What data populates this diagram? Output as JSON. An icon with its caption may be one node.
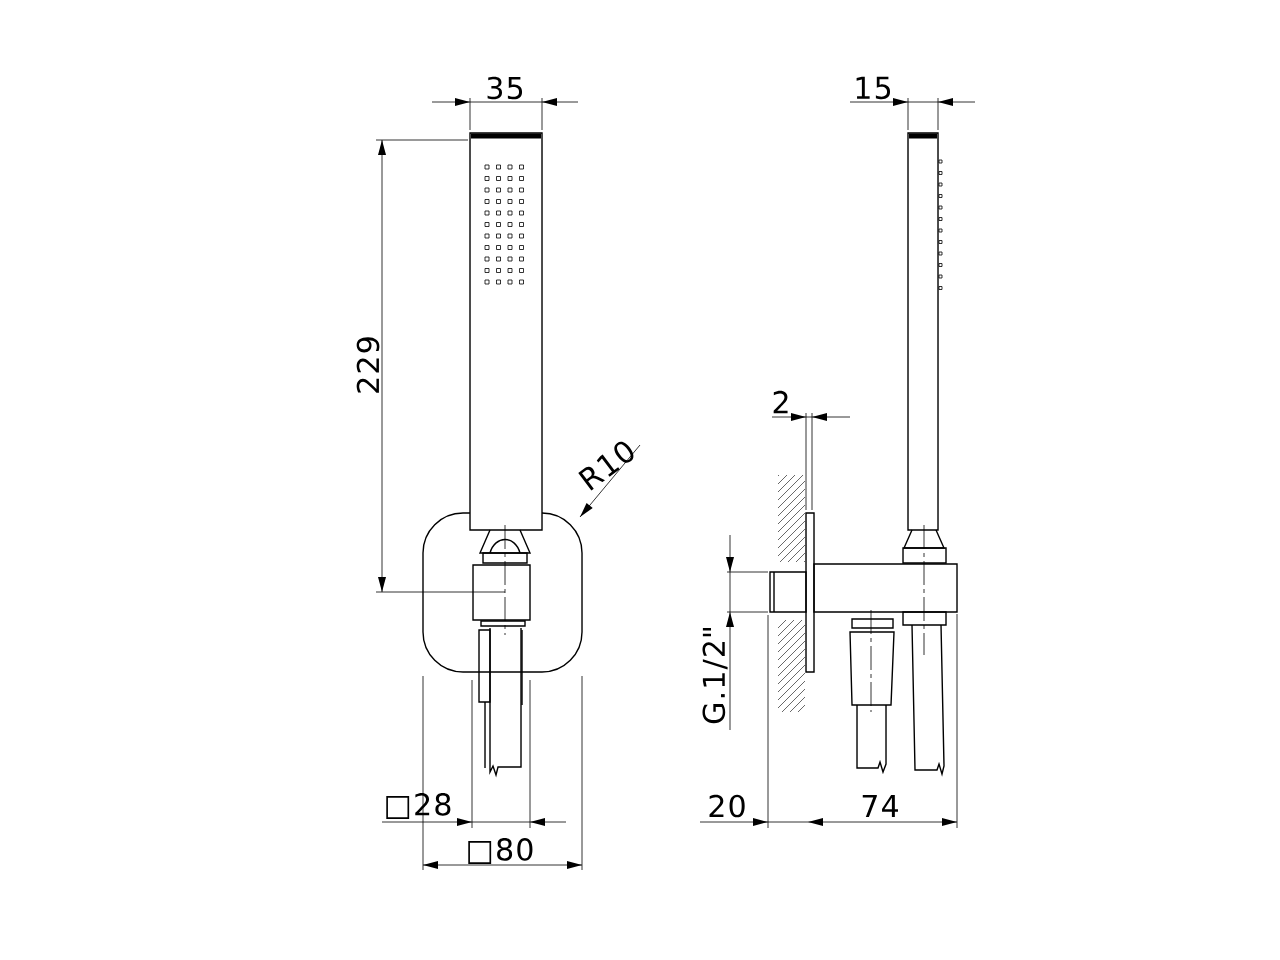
{
  "diagram": {
    "labels": [
      "35",
      "229",
      "R10",
      "□28",
      "□80",
      "15",
      "2",
      "G.1/2\"",
      "20",
      "74"
    ]
  }
}
